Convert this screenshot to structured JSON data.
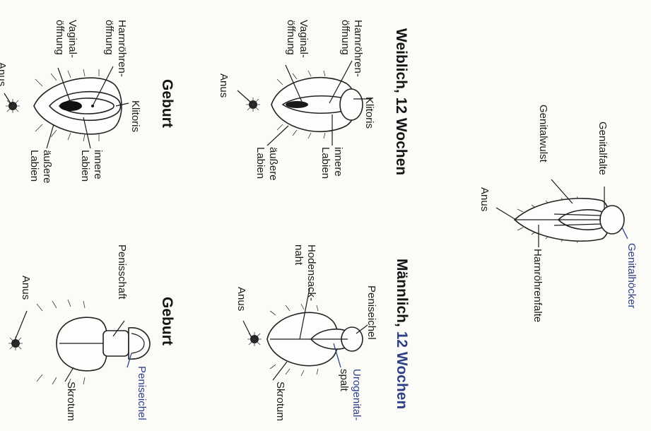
{
  "colors": {
    "accent": "#2e3f86",
    "ink": "#1b1b1b",
    "paper": "#fbfbf8"
  },
  "indifferent": {
    "genitalhoecker": "Genitalhöcker",
    "genitalfalte": "Genitalfalte",
    "genitalwulst": "Genitalwulst",
    "anus": "Anus",
    "harnroehrenfalte": "Harnröhrenfalte"
  },
  "female_12w": {
    "title": "Weiblich, 12 Wochen",
    "klitoris": "Klitoris",
    "harnroehren_1": "Harnröhren-",
    "harnroehren_2": "öffnung",
    "vaginal_1": "Vaginal-",
    "vaginal_2": "öffnung",
    "anus": "Anus",
    "innere_1": "innere",
    "innere_2": "Labien",
    "aeussere_1": "äußere",
    "aeussere_2": "Labien"
  },
  "female_birth": {
    "title": "Geburt",
    "klitoris": "Klitoris",
    "harnroehren_1": "Harnröhren-",
    "harnroehren_2": "öffnung",
    "vaginal_1": "Vaginal-",
    "vaginal_2": "öffnung",
    "anus": "Anus",
    "innere_1": "innere",
    "innere_2": "Labien",
    "aeussere_1": "äußere",
    "aeussere_2": "Labien"
  },
  "male_12w": {
    "title_a": "Männlich, ",
    "title_b": "12 Wochen",
    "peniseichel": "Peniseichel",
    "hodensack_1": "Hodensack-",
    "hodensack_2": "naht",
    "anus": "Anus",
    "urogenital_1": "Urogenital-",
    "urogenital_2": "spalt",
    "skrotum": "Skrotum"
  },
  "male_birth": {
    "title": "Geburt",
    "penisschaft": "Penisschaft",
    "anus": "Anus",
    "peniseichel": "Peniseichel",
    "skrotum": "Skrotum"
  }
}
